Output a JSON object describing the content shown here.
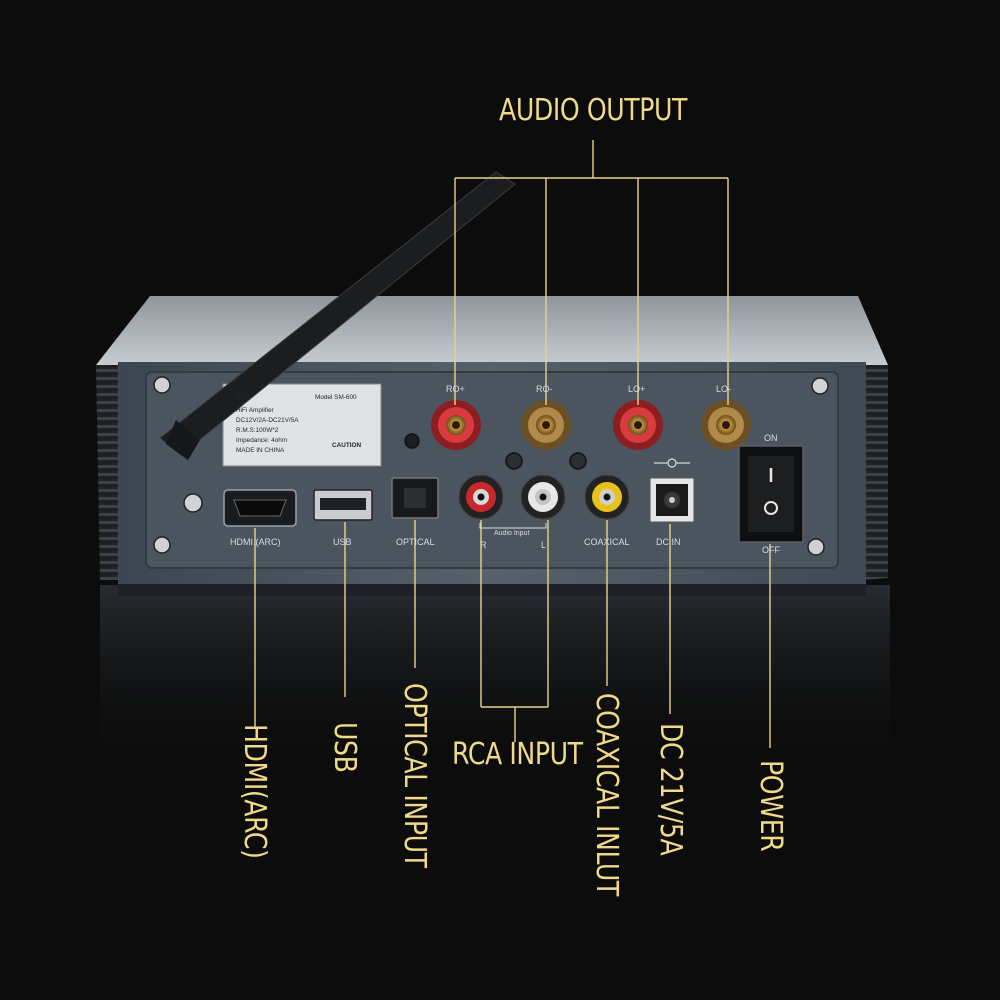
{
  "callouts": {
    "audio_output": "AUDIO OUTPUT",
    "hdmi": "HDMI(ARC)",
    "usb": "USB",
    "optical": "OPTICAL INPUT",
    "rca": "RCA INPUT",
    "coaxial": "COAXICAL INLUT",
    "dc": "DC 21V/5A",
    "power": "POWER"
  },
  "panel": {
    "hdmi": "HDMI (ARC)",
    "usb": "USB",
    "optical": "OPTICAL",
    "audio_input": "Audio Input",
    "r": "R",
    "l": "L",
    "coaxial": "COAXICAL",
    "dc_in": "DC IN",
    "on": "ON",
    "off": "OFF",
    "rp": "RO+",
    "rm": "RO-",
    "lp": "LO+",
    "lm": "LO-"
  },
  "label_plate": {
    "brand": "NIC",
    "model": "Model SM-600",
    "line1": "HiFi Amplifier",
    "line2": "DC12V/2A-DC21V/5A",
    "line3": "R.M.S:100W*2",
    "line4": "Impedance: 4ohm",
    "line5": "MADE IN CHINA",
    "caution": "CAUTION"
  },
  "colors": {
    "callout": "#f1d98a",
    "background": "#0c0c0c",
    "panel": "#4a5560",
    "rca_red": "#c8282c",
    "rca_white": "#e8e8e8",
    "rca_yellow": "#e8c21a"
  }
}
